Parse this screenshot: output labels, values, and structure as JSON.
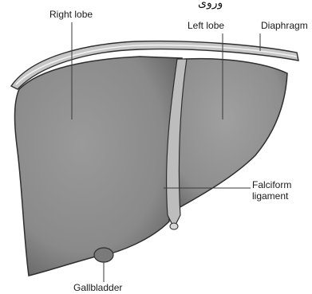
{
  "header_text": "وروى",
  "labels": {
    "right_lobe": "Right lobe",
    "left_lobe": "Left lobe",
    "diaphragm": "Diaphragm",
    "falciform_line1": "Falciform",
    "falciform_line2": "ligament",
    "gallbladder": "Gallbladder"
  },
  "colors": {
    "liver_fill": "#8f8f8f",
    "liver_shade": "#6e6e6e",
    "diaphragm_fill": "#bdbdbd",
    "outline": "#2e2e2e",
    "leader_line": "#3a3a3a",
    "text": "#1a1a1a"
  }
}
